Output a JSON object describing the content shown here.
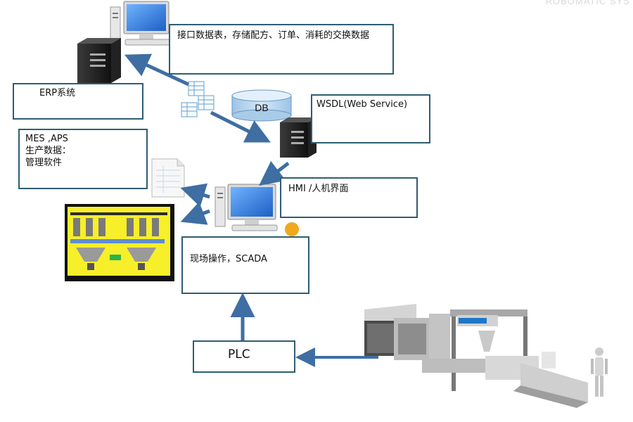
{
  "boxes": {
    "interface_data": "接口数据表，存储配方、订单、消耗的交换数据",
    "erp": "ERP系统",
    "mes": "MES ,APS\n生产数据：\n管理软件",
    "wsdl": "WSDL(Web Service)",
    "hmi": "HMI /人机界面",
    "scada": "现场操作，SCADA",
    "plc": "PLC"
  },
  "db_label": "DB",
  "corner_text": "ROBOMATIC SYS",
  "colors": {
    "box_border": "#2f5d73",
    "arrow": "#3f6ea3",
    "db_fill": "#b9d6f0",
    "person": "#f0a81e",
    "screen": "#2d78d6"
  }
}
